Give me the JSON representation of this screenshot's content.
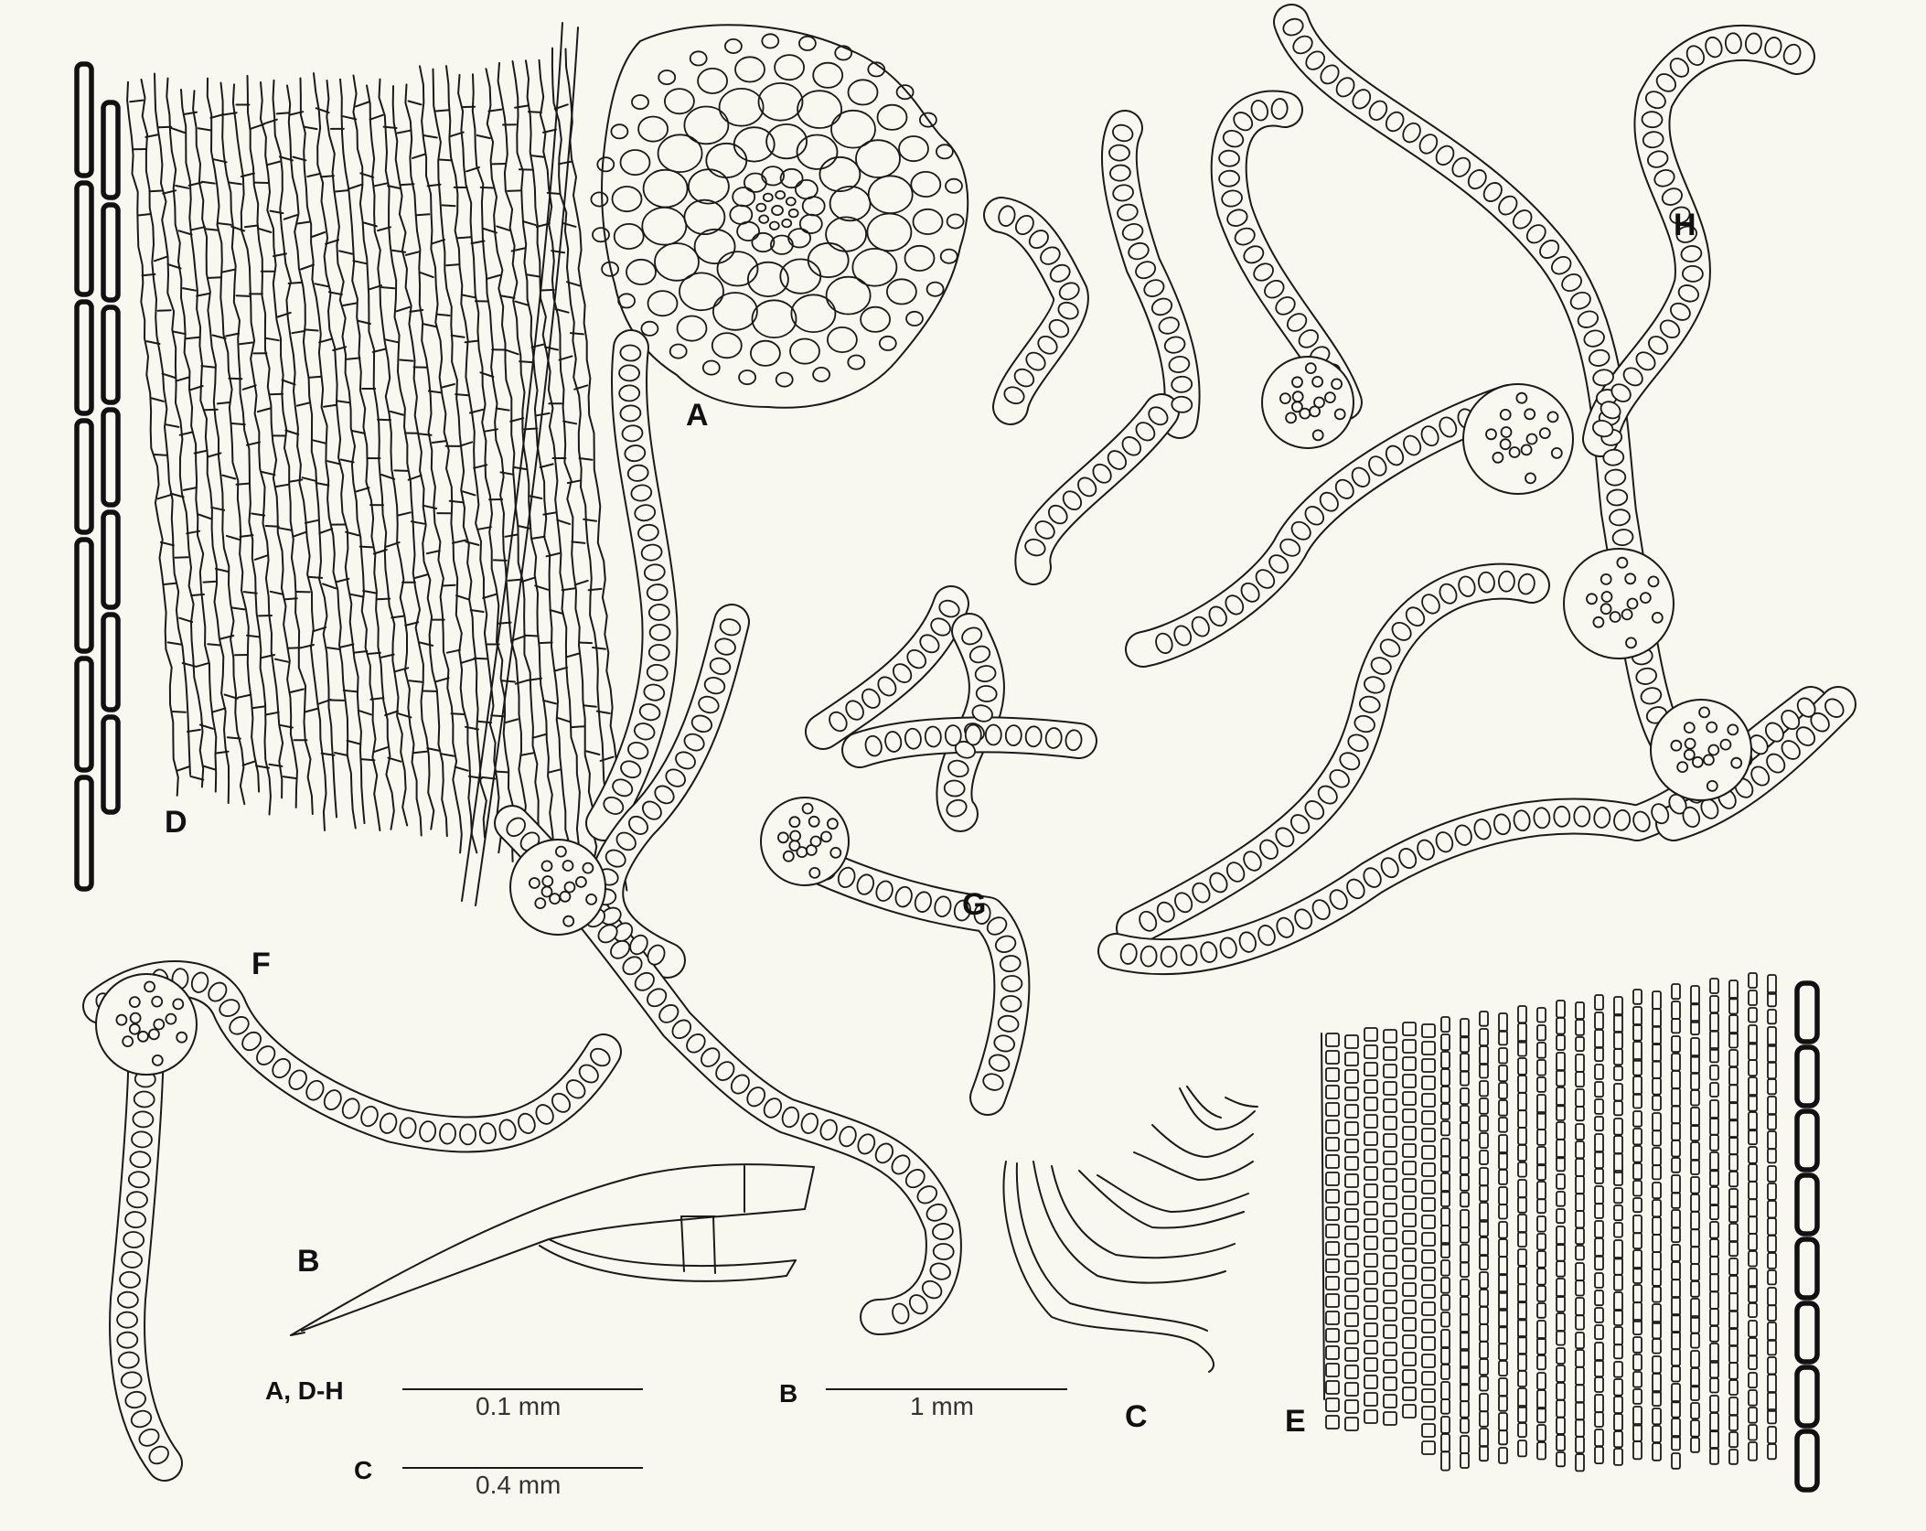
{
  "labels": {
    "a": "A",
    "b": "B",
    "c": "C",
    "d": "D",
    "e": "E",
    "f": "F",
    "g": "G",
    "h": "H"
  },
  "scalebars": [
    {
      "key": "A, D-H",
      "value": "0.1 mm"
    },
    {
      "key": "C",
      "value": "0.4 mm"
    },
    {
      "key": "B",
      "value": "1 mm"
    }
  ],
  "colors": {
    "background": "#f8f7f0",
    "ink": "#1a1a1a"
  }
}
